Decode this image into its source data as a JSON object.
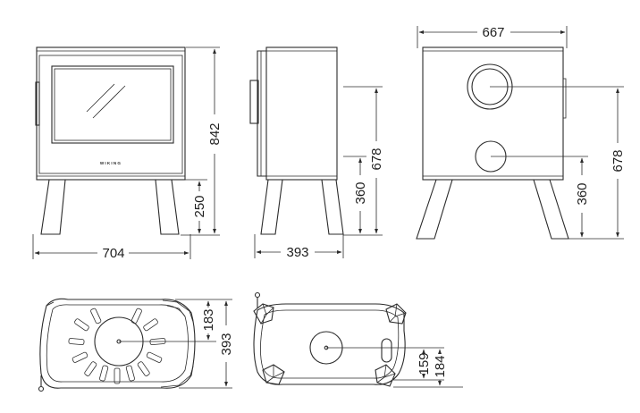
{
  "brand_label": "WIKING",
  "dimensions": {
    "front_width": "704",
    "front_height": "842",
    "front_leg_height": "250",
    "side_depth": "393",
    "side_height": "678",
    "side_lower": "360",
    "rear_width": "667",
    "rear_height": "678",
    "rear_lower": "360",
    "top_depth": "393",
    "top_offset": "183",
    "bottom_outlet_1": "159",
    "bottom_outlet_2": "184"
  }
}
